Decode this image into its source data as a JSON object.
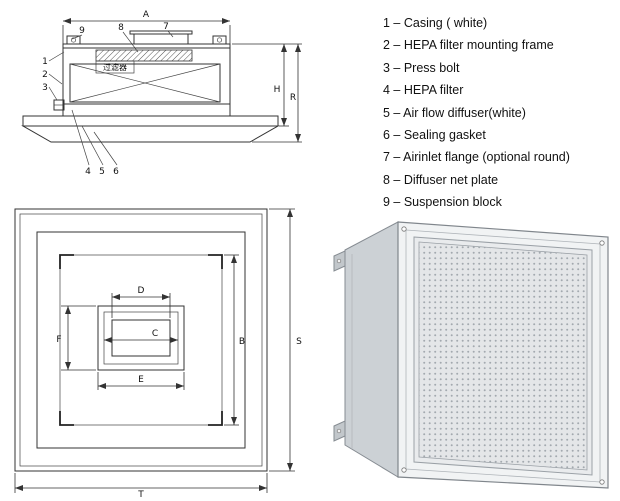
{
  "legend": {
    "items": [
      "1 – Casing ( white)",
      "2 – HEPA filter mounting frame",
      "3 – Press bolt",
      "4 – HEPA filter",
      "5 – Air flow diffuser(white)",
      "6 – Sealing gasket",
      "7 – Airinlet flange (optional round)",
      "8 – Diffuser net plate",
      "9 – Suspension block"
    ]
  },
  "side_view": {
    "dim_a": "A",
    "dim_h": "H",
    "dim_r": "R",
    "filter_stamp": "过滤器",
    "callouts": {
      "c1": "1",
      "c2": "2",
      "c3": "3",
      "c4": "4",
      "c5": "5",
      "c6": "6",
      "c7": "7",
      "c8": "8",
      "c9": "9"
    }
  },
  "plan_view": {
    "dim_d": "D",
    "dim_c": "C",
    "dim_b": "B",
    "dim_e": "E",
    "dim_f": "F",
    "dim_s": "S",
    "dim_t": "T"
  }
}
